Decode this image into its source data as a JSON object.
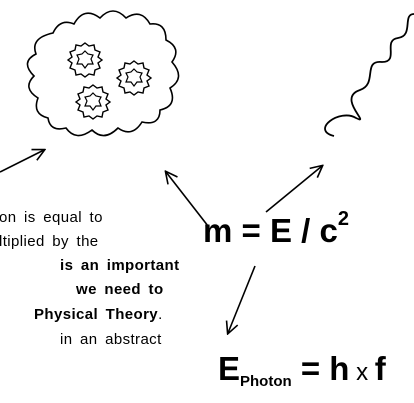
{
  "equations": {
    "mass_energy": {
      "lhs": "m = E / c",
      "exponent": "2"
    },
    "photon_energy": {
      "E": "E",
      "subscript": "Photon",
      "equals": " = ",
      "h": "h",
      "times": " x ",
      "f": "f"
    }
  },
  "paragraph": {
    "line1": "on is equal to",
    "line2": "ltiplied by the",
    "line3": "is an important",
    "line4": "we need to",
    "line5_bold": "Physical Theory",
    "line5_tail": ".",
    "line6": "in an abstract"
  }
}
